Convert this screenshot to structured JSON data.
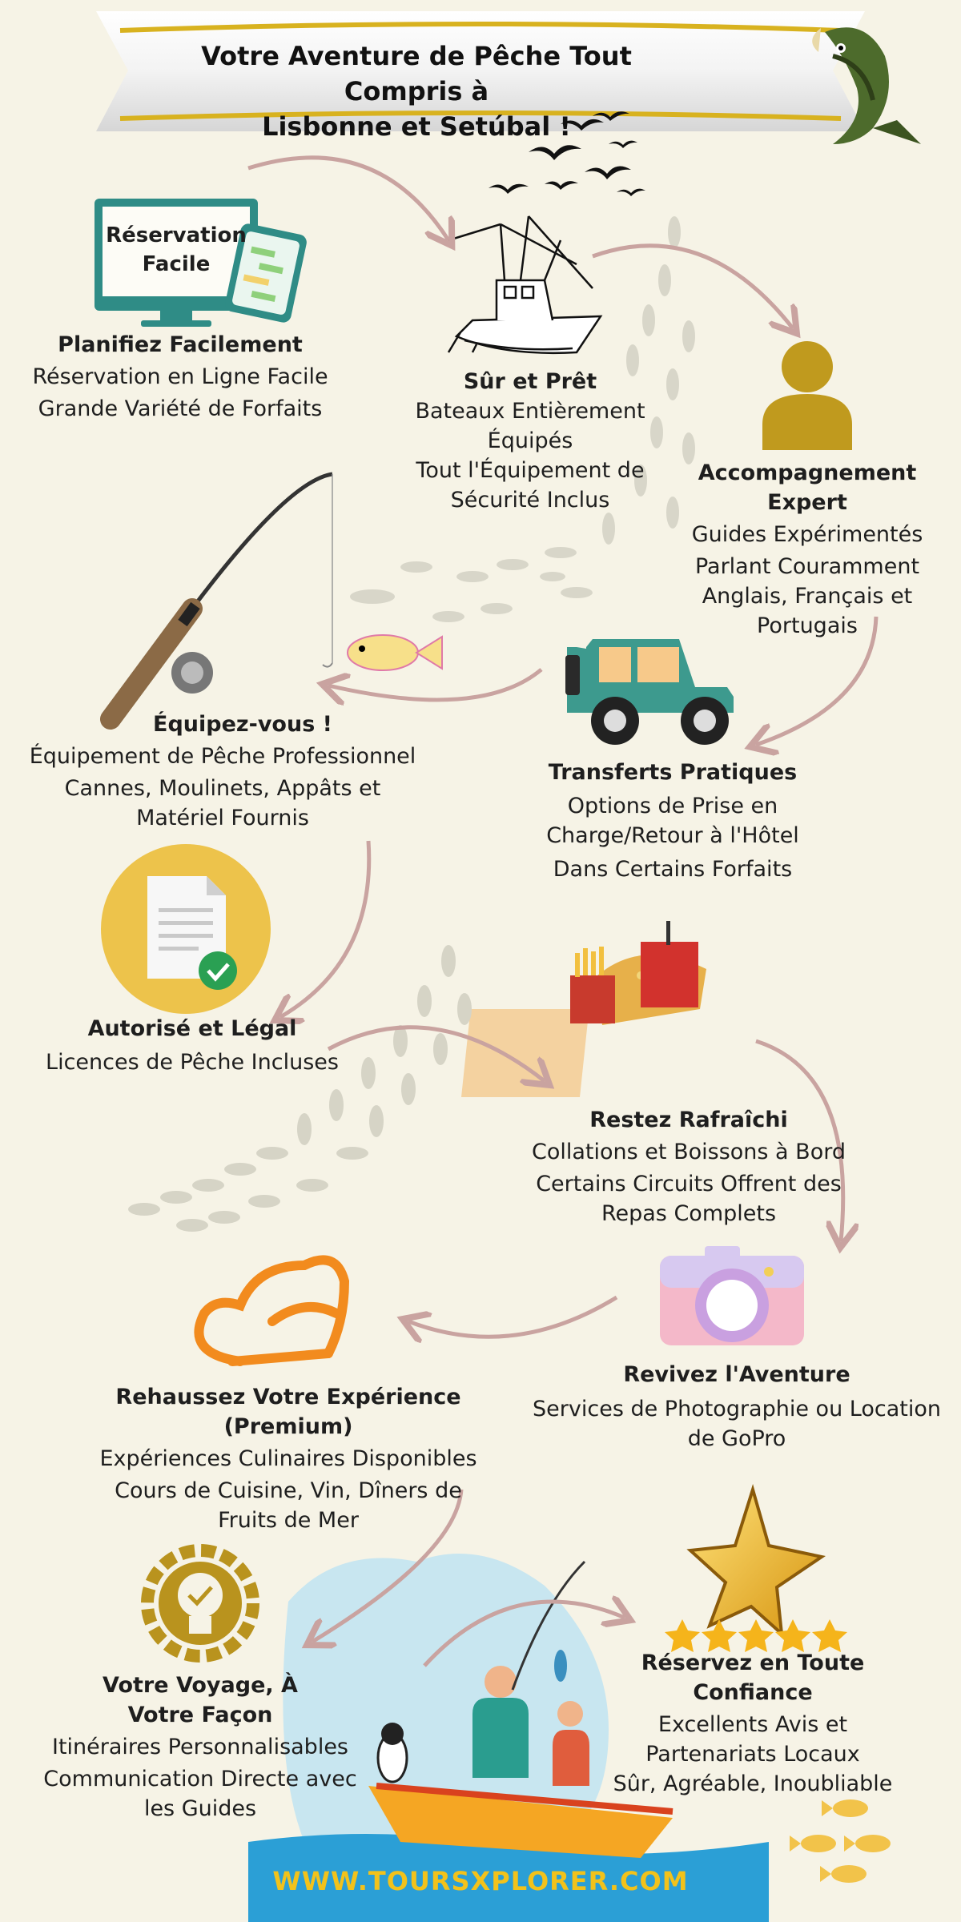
{
  "header": {
    "title_line1": "Votre Aventure de Pêche Tout Compris à",
    "title_line2": "Lisbonne et Setúbal !"
  },
  "sections": {
    "booking": {
      "icon_label_line1": "Réservation",
      "icon_label_line2": "Facile",
      "title": "Planifiez Facilement",
      "line1": "Réservation en Ligne Facile",
      "line2": "Grande Variété de Forfaits"
    },
    "safe": {
      "title": "Sûr et Prêt",
      "line1": "Bateaux Entièrement Équipés",
      "line2a": "Tout l'Équipement de",
      "line2b": "Sécurité Inclus"
    },
    "guide": {
      "title_line1": "Accompagnement",
      "title_line2": "Expert",
      "line1": "Guides Expérimentés",
      "line2a": "Parlant Couramment",
      "line2b": "Anglais, Français et",
      "line2c": "Portugais"
    },
    "equip": {
      "title": "Équipez-vous !",
      "line1": "Équipement de Pêche Professionnel",
      "line2a": "Cannes, Moulinets, Appâts et",
      "line2b": "Matériel Fournis"
    },
    "transfer": {
      "title": "Transferts Pratiques",
      "line1a": "Options de Prise en",
      "line1b": "Charge/Retour à l'Hôtel",
      "line2": "Dans Certains Forfaits"
    },
    "legal": {
      "title": "Autorisé et Légal",
      "line1": "Licences de Pêche Incluses"
    },
    "refresh": {
      "title": "Restez Rafraîchi",
      "line1": "Collations et Boissons à Bord",
      "line2a": "Certains Circuits Offrent des",
      "line2b": "Repas Complets"
    },
    "photo": {
      "title": "Revivez l'Aventure",
      "line1a": "Services de Photographie ou Location",
      "line1b": "de GoPro"
    },
    "premium": {
      "title_line1": "Rehaussez Votre Expérience",
      "title_line2": "(Premium)",
      "line1": "Expériences Culinaires Disponibles",
      "line2a": "Cours de Cuisine, Vin, Dîners de",
      "line2b": "Fruits de Mer"
    },
    "custom": {
      "title_line1": "Votre Voyage, À",
      "title_line2": "Votre Façon",
      "line1": "Itinéraires Personnalisables",
      "line2a": "Communication Directe avec",
      "line2b": "les Guides"
    },
    "trust": {
      "title_line1": "Réservez en Toute",
      "title_line2": "Confiance",
      "line1a": "Excellents Avis et",
      "line1b": "Partenariats Locaux",
      "line2": "Sûr, Agréable, Inoubliable",
      "stars": 5
    }
  },
  "footer": {
    "url": "WWW.TOURSXPLORER.COM"
  },
  "colors": {
    "background": "#f6f3e6",
    "arrow": "#c9a3a0",
    "gold": "#c9a227",
    "teal": "#2f8c86",
    "orange": "#f28b1e",
    "water": "#bfe3ee",
    "url": "#f2c21b"
  },
  "icons": [
    "banner-ribbon",
    "bass-fish-icon",
    "birds-icon",
    "fishing-boat-icon",
    "booking-monitor-icon",
    "phone-icon",
    "person-icon",
    "fishing-rod-icon",
    "jeep-icon",
    "document-check-icon",
    "fast-food-icon",
    "camera-icon",
    "chef-hat-icon",
    "lightbulb-gear-icon",
    "gold-star-icon",
    "anglers-boat-icon"
  ]
}
